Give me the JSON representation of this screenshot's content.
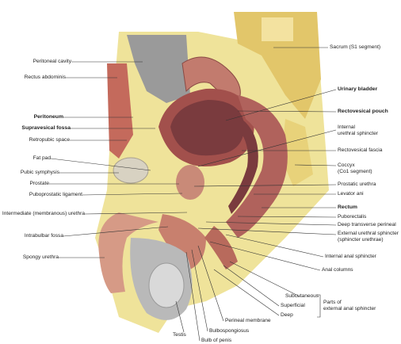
{
  "figure": {
    "labels_left": {
      "peritoneal_cavity": "Peritoneal cavity",
      "rectus_abdominis": "Rectus abdominis",
      "peritoneum": "Peritoneum",
      "supravesical_fossa": "Supravesical fossa",
      "retropubic_space": "Retropubic space",
      "fat_pad": "Fat pad",
      "pubic_symphysis": "Pubic symphysis",
      "prostate": "Prostate",
      "puboprostatic_ligament": "Puboprostatic ligament",
      "intermediate_urethra": "Intermediate (membranous) urethra",
      "intrabulbar_fossa": "Intrabulbar fossa",
      "spongy_urethra": "Spongy urethra"
    },
    "labels_right": {
      "sacrum": "Sacrum (S1 segment)",
      "urinary_bladder": "Urinary bladder",
      "rectovesical_pouch": "Rectovesical pouch",
      "internal_urethral_sphincter_1": "Internal",
      "internal_urethral_sphincter_2": "urethral sphincter",
      "rectovesical_fascia": "Rectovesical fascia",
      "coccyx_1": "Coccyx",
      "coccyx_2": "(Co1 segment)",
      "prostatic_urethra": "Prostatic urethra",
      "levator_ani": "Levator ani",
      "rectum": "Rectum",
      "puborectalis": "Puborectalis",
      "deep_transverse_perineal": "Deep transverse perineal",
      "external_urethral_sphincter_1": "External urethral sphincter",
      "external_urethral_sphincter_2": "(sphincter urethrae)",
      "internal_anal_sphincter": "Internal anal sphincter",
      "anal_columns": "Anal columns"
    },
    "labels_bottom": {
      "subcutaneous": "Subcutaneous",
      "superficial": "Superficial",
      "deep": "Deep",
      "parts_1": "Parts of",
      "parts_2": "external anal sphincter",
      "perineal_membrane": "Perineal membrane",
      "bulbospongiosus": "Bulbospongiosus",
      "bulb_of_penis": "Bulb of penis",
      "testis": "Testis"
    },
    "colors": {
      "muscle": "#b5605a",
      "bone": "#e8d27a",
      "fat": "#efe39a",
      "cavity": "#8c8c8c",
      "mucosa": "#7a3b3e",
      "leader": "#333333"
    }
  }
}
